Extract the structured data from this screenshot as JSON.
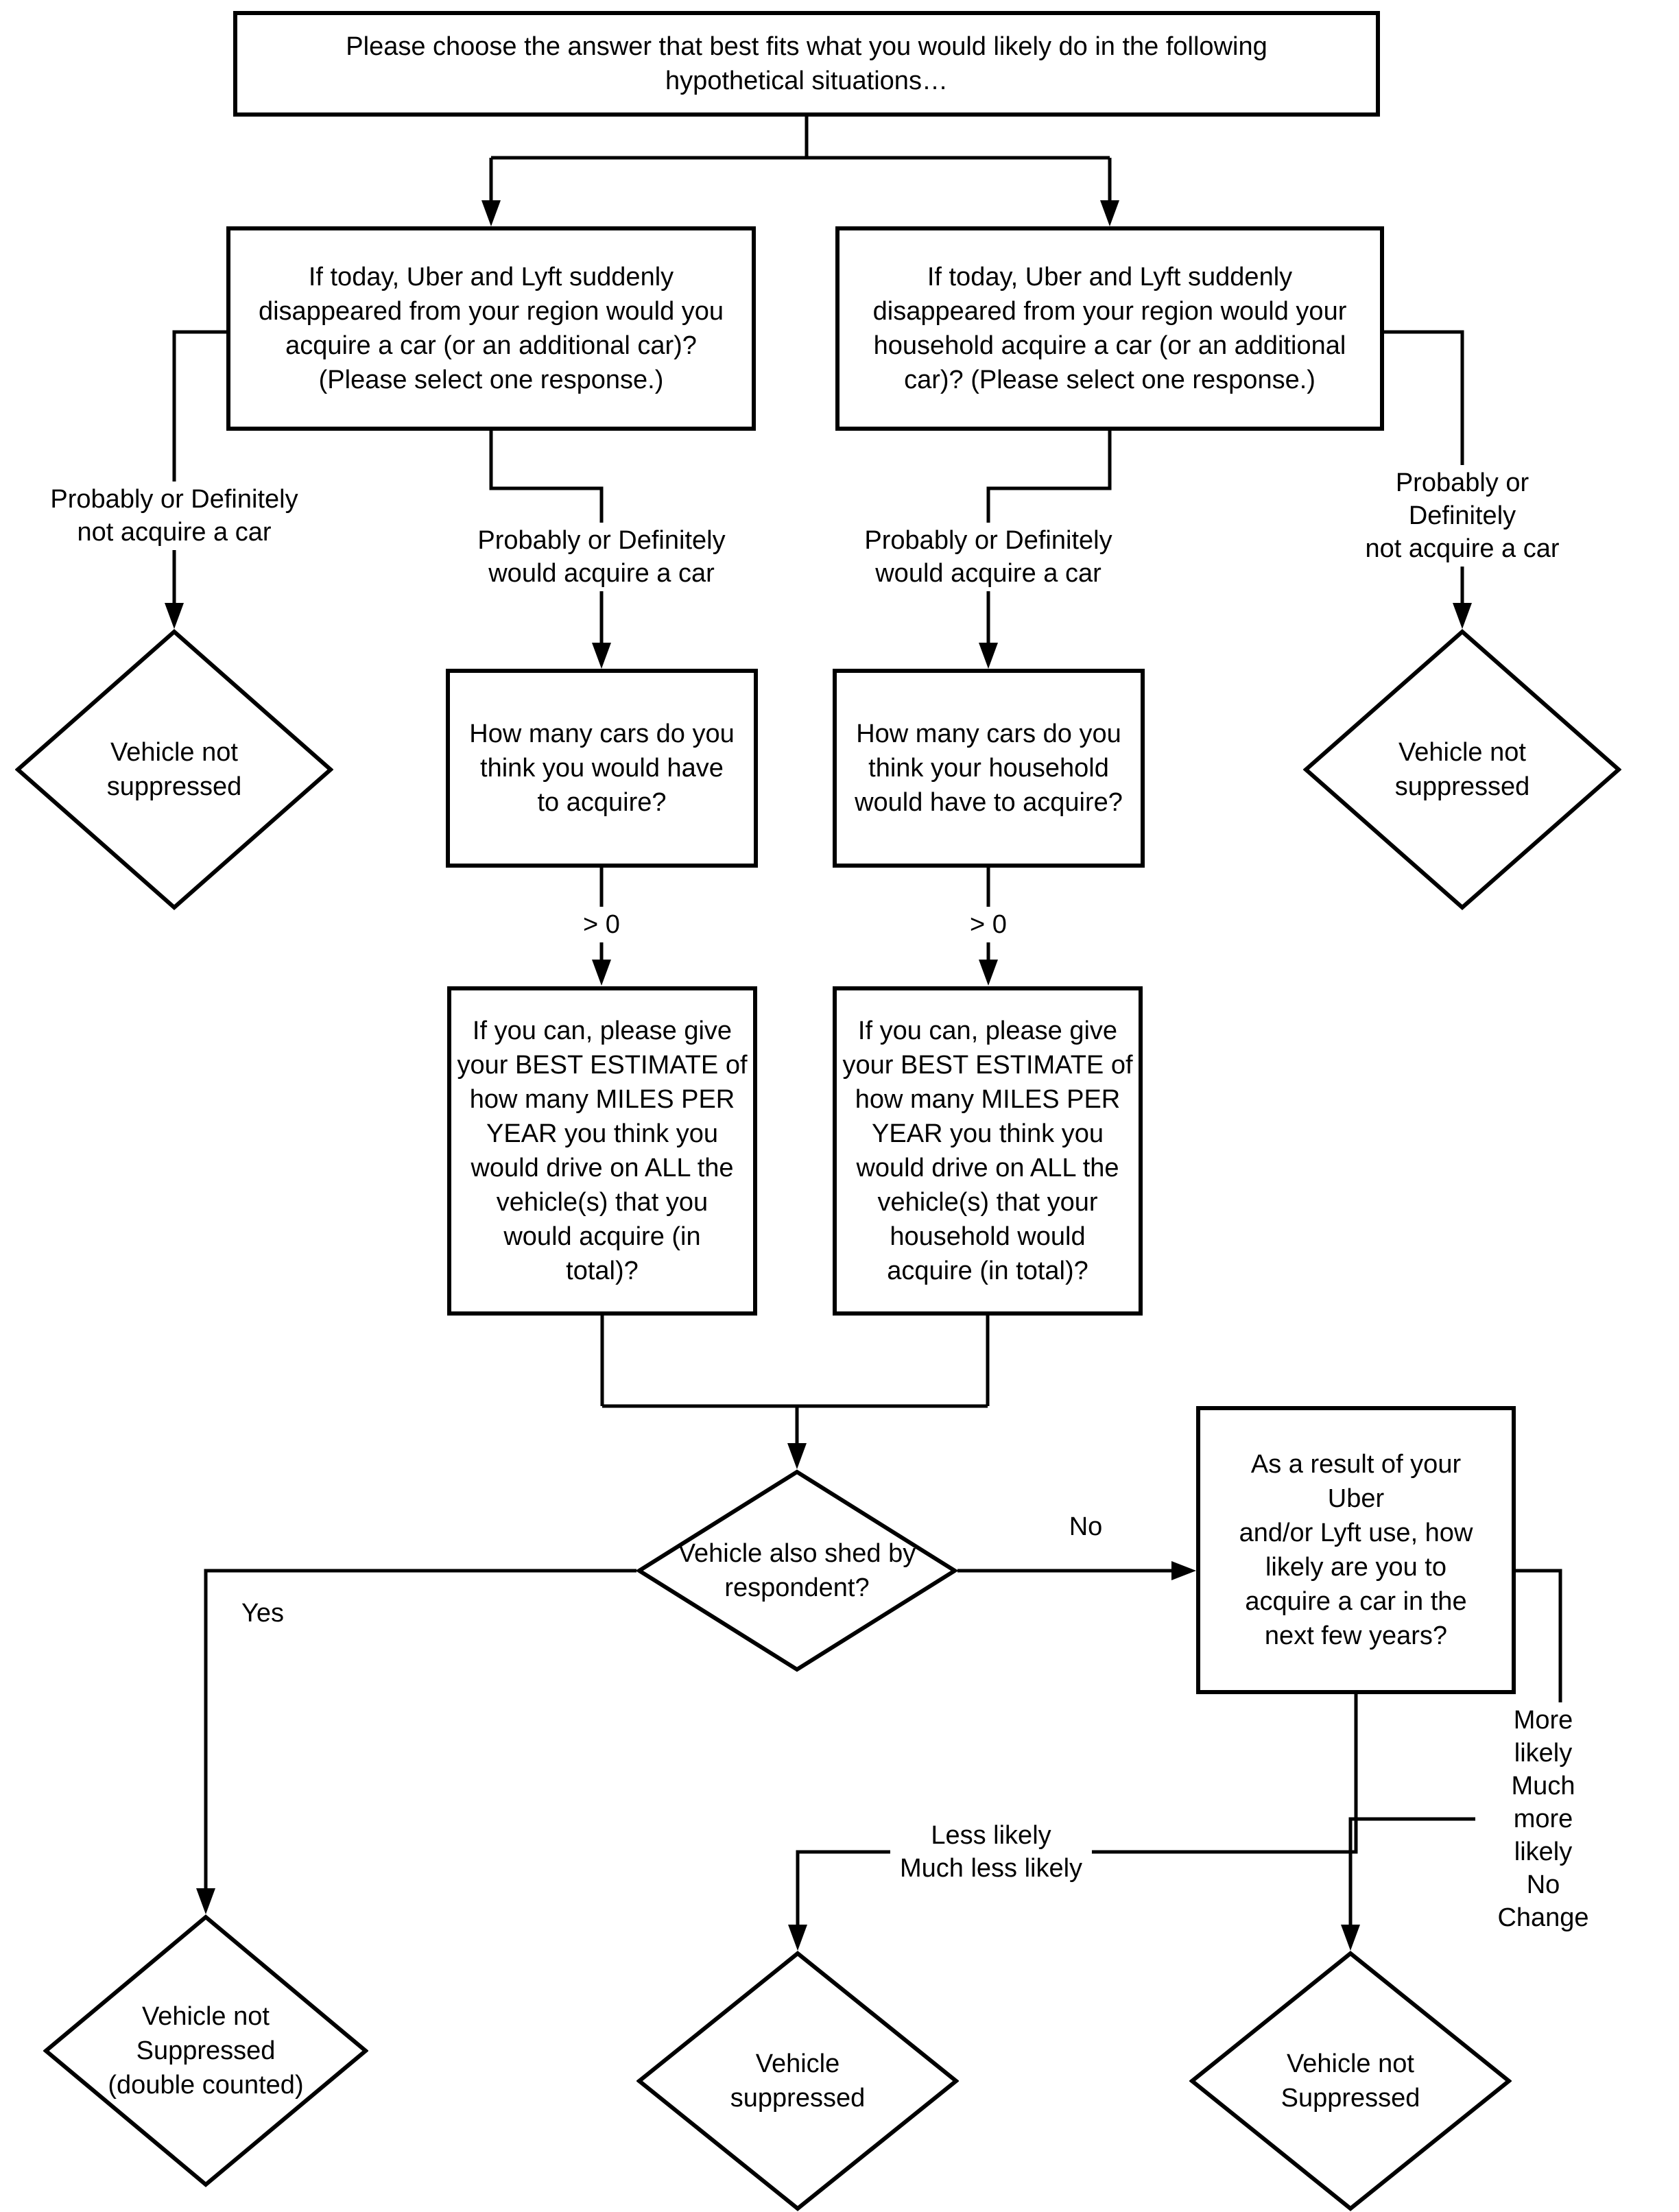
{
  "diagram": {
    "colors": {
      "stroke": "#000000",
      "fill": "#ffffff",
      "text": "#000000"
    },
    "nodes": {
      "intro": "Please choose the answer that best fits what you would likely do in the following\nhypothetical situations…",
      "question_personal": "If today, Uber and Lyft suddenly\ndisappeared from your region would you\nacquire a car (or an additional car)?\n(Please select one response.)",
      "question_household": "If today, Uber and Lyft suddenly\ndisappeared from your region would your\nhousehold acquire a car (or an additional\ncar)? (Please select one response.)",
      "how_many_personal": "How many cars do you\nthink you would have\nto acquire?",
      "how_many_household": "How many cars do you\nthink your household\nwould have to acquire?",
      "miles_personal": "If you can, please give\nyour BEST ESTIMATE of\nhow many MILES PER\nYEAR you think you\nwould drive on ALL the\nvehicle(s) that you\nwould acquire (in\ntotal)?",
      "miles_household": "If you can, please give\nyour BEST ESTIMATE of\nhow many MILES PER\nYEAR you think you\nwould drive on ALL the\nvehicle(s) that your\nhousehold would\nacquire (in total)?",
      "likelihood": "As a result of your\nUber\nand/or Lyft use, how\nlikely are you to\nacquire a car in the\nnext few years?",
      "vehicle_not_suppressed_left": "Vehicle not\nsuppressed",
      "vehicle_not_suppressed_right": "Vehicle not\nsuppressed",
      "vehicle_also_shed": "Vehicle also shed by\nrespondent?",
      "vehicle_not_suppressed_double": "Vehicle not\nSuppressed\n(double counted)",
      "vehicle_suppressed": "Vehicle\nsuppressed",
      "vehicle_not_suppressed_bottom": "Vehicle not\nSuppressed"
    },
    "edge_labels": {
      "not_acquire_left": "Probably or Definitely\nnot acquire a car",
      "would_acquire_left": "Probably or Definitely\nwould acquire a car",
      "would_acquire_right": "Probably or Definitely\nwould acquire a car",
      "not_acquire_right": "Probably or Definitely\nnot acquire a car",
      "gt_zero_left": "> 0",
      "gt_zero_right": "> 0",
      "yes": "Yes",
      "no": "No",
      "less_likely": "Less likely\nMuch less likely",
      "more_likely": "More likely\nMuch more likely\nNo Change"
    }
  }
}
